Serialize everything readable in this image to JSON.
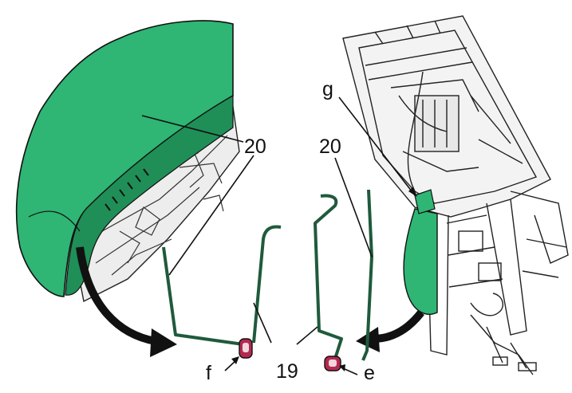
{
  "callouts": {
    "c20_left": "20",
    "c20_right": "20",
    "g": "g",
    "f": "f",
    "c19": "19",
    "e": "e"
  },
  "colors": {
    "cushion_green": "#2fb574",
    "cushion_green_dark": "#1f8f57",
    "wire_green": "#1f5a3c",
    "clip_red": "#b4294f",
    "frame_gray": "#d6d6d6",
    "line_black": "#111111"
  }
}
